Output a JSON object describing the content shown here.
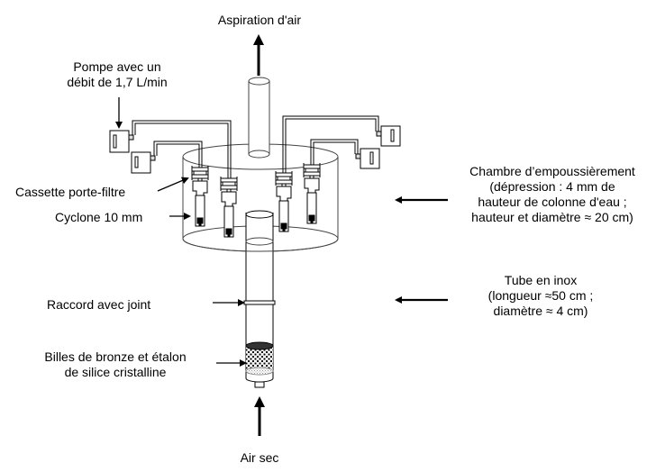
{
  "diagram": {
    "type": "apparatus-schematic",
    "labels": {
      "air_aspiration": "Aspiration d'air",
      "pump": [
        "Pompe avec un",
        "débit de 1,7 L/min"
      ],
      "cassette": "Cassette porte-filtre",
      "cyclone": "Cyclone 10 mm",
      "chamber": [
        "Chambre d’empoussièrement",
        "(dépression : 4 mm de",
        "hauteur de colonne d'eau ;",
        "hauteur et diamètre ≈ 20 cm)"
      ],
      "tube": [
        "Tube en inox",
        "(longueur ≈50 cm ;",
        "diamètre ≈ 4 cm)"
      ],
      "coupling": "Raccord avec joint",
      "beads": [
        "Billes de bronze et étalon",
        "de silice cristalline"
      ],
      "dry_air": "Air sec"
    },
    "components": {
      "pumps": 4,
      "cyclones": 4,
      "cassettes": 4
    },
    "colors": {
      "stroke": "#000000",
      "chamber_stroke": "#444444",
      "beads_top": "#333333",
      "background": "#ffffff"
    }
  }
}
